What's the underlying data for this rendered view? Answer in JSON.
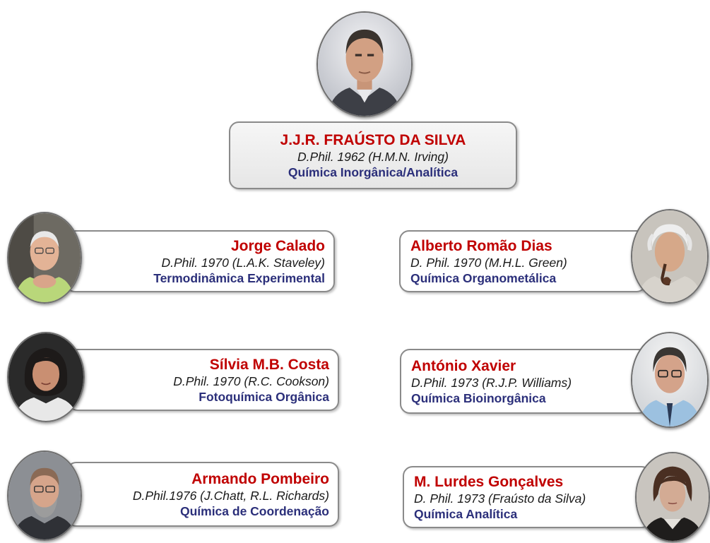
{
  "root": {
    "name": "J.J.R. FRAÚSTO DA SILVA",
    "degree": "D.Phil. 1962 (H.M.N. Irving)",
    "field": "Química Inorgânica/Analítica"
  },
  "students": [
    {
      "name": "Jorge Calado",
      "degree": "D.Phil. 1970 (L.A.K. Staveley)",
      "field": "Termodinâmica Experimental"
    },
    {
      "name": "Alberto  Romão Dias",
      "degree": "D. Phil. 1970 (M.H.L. Green)",
      "field": "Química Organometálica"
    },
    {
      "name": "Sílvia M.B. Costa",
      "degree": "D.Phil. 1970 (R.C. Cookson)",
      "field": "Fotoquímica Orgânica"
    },
    {
      "name": "António Xavier",
      "degree": "D.Phil. 1973 (R.J.P. Williams)",
      "field": "Química Bioinorgânica"
    },
    {
      "name": "Armando Pombeiro",
      "degree": "D.Phil.1976 (J.Chatt, R.L. Richards)",
      "field": "Química de Coordenação"
    },
    {
      "name": "M. Lurdes Gonçalves",
      "degree": "D. Phil. 1973 (Fraústo da Silva)",
      "field": "Química Analítica"
    }
  ]
}
